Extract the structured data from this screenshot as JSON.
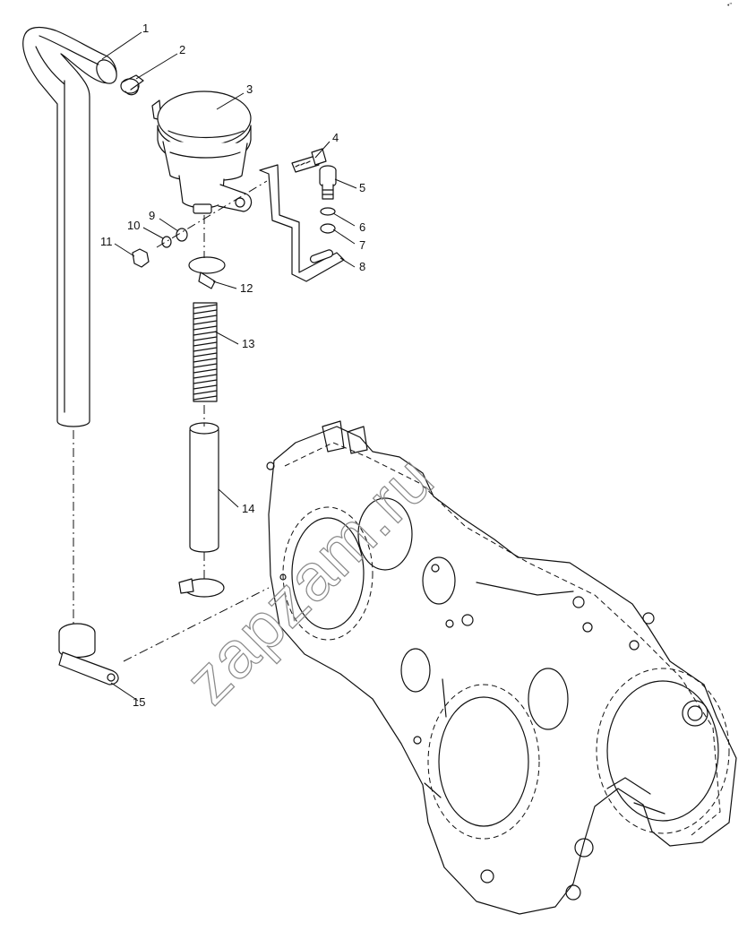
{
  "diagram": {
    "watermark": "zapzam.ru",
    "corner_mark": "•\"",
    "labels": [
      "1",
      "2",
      "3",
      "4",
      "5",
      "6",
      "7",
      "8",
      "9",
      "10",
      "11",
      "12",
      "13",
      "14",
      "15"
    ],
    "colors": {
      "line": "#111111",
      "watermark": "#8a8a8a",
      "background": "#ffffff"
    }
  }
}
